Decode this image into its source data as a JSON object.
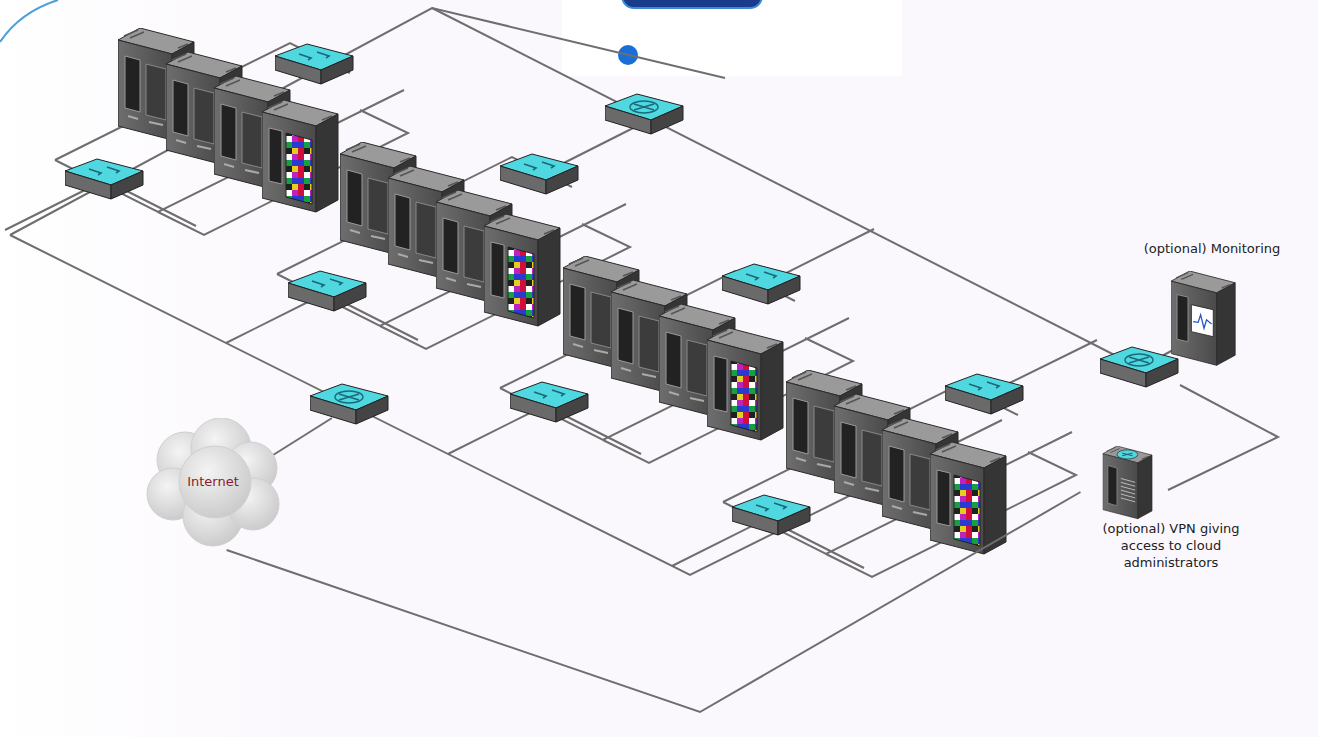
{
  "diagram": {
    "nodes": [
      {
        "text": [
          "Internet"
        ]
      },
      {
        "text": [
          "(optional) Monitoring"
        ]
      },
      {
        "text": [
          "(optional) VPN giving access to cloud administrators"
        ]
      }
    ],
    "edges": [
      {
        "from": 0,
        "to": 2,
        "arrow": "none"
      }
    ]
  }
}
